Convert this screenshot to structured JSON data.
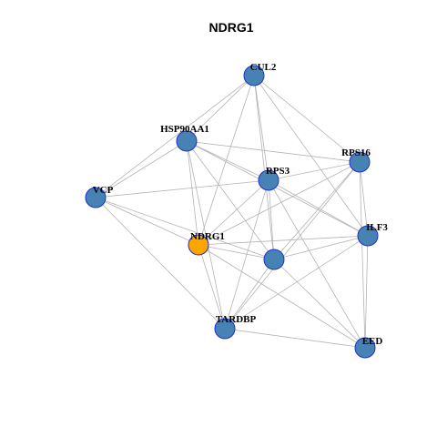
{
  "title": "NDRG1",
  "colors": {
    "background": "#ffffff",
    "edge": "#b4b4b4",
    "node_fill": "#4682b4",
    "node_stroke": "#1f2fd0",
    "focus_fill": "#ffa500"
  },
  "nodes": [
    {
      "id": "CUL2",
      "label": "CUL2",
      "focus": false
    },
    {
      "id": "HSP90AA1",
      "label": "HSP90AA1",
      "focus": false
    },
    {
      "id": "RPS16",
      "label": "RPS16",
      "focus": false
    },
    {
      "id": "RPS3",
      "label": "RPS3",
      "focus": false
    },
    {
      "id": "VCP",
      "label": "VCP",
      "focus": false
    },
    {
      "id": "ILF3",
      "label": "ILF3",
      "focus": false
    },
    {
      "id": "NDRG1",
      "label": "NDRG1",
      "focus": true
    },
    {
      "id": "unlabeled",
      "label": "",
      "focus": false
    },
    {
      "id": "TARDBP",
      "label": "TARDBP",
      "focus": false
    },
    {
      "id": "EED",
      "label": "EED",
      "focus": false
    }
  ],
  "edges": [
    [
      "CUL2",
      "HSP90AA1"
    ],
    [
      "CUL2",
      "RPS16"
    ],
    [
      "CUL2",
      "RPS3"
    ],
    [
      "CUL2",
      "VCP"
    ],
    [
      "CUL2",
      "ILF3"
    ],
    [
      "CUL2",
      "NDRG1"
    ],
    [
      "CUL2",
      "unlabeled"
    ],
    [
      "HSP90AA1",
      "RPS16"
    ],
    [
      "HSP90AA1",
      "RPS3"
    ],
    [
      "HSP90AA1",
      "VCP"
    ],
    [
      "HSP90AA1",
      "ILF3"
    ],
    [
      "HSP90AA1",
      "NDRG1"
    ],
    [
      "HSP90AA1",
      "unlabeled"
    ],
    [
      "HSP90AA1",
      "TARDBP"
    ],
    [
      "RPS16",
      "RPS3"
    ],
    [
      "RPS16",
      "ILF3"
    ],
    [
      "RPS16",
      "NDRG1"
    ],
    [
      "RPS16",
      "unlabeled"
    ],
    [
      "RPS16",
      "TARDBP"
    ],
    [
      "RPS16",
      "EED"
    ],
    [
      "RPS3",
      "VCP"
    ],
    [
      "RPS3",
      "ILF3"
    ],
    [
      "RPS3",
      "NDRG1"
    ],
    [
      "RPS3",
      "unlabeled"
    ],
    [
      "RPS3",
      "TARDBP"
    ],
    [
      "RPS3",
      "EED"
    ],
    [
      "VCP",
      "NDRG1"
    ],
    [
      "VCP",
      "unlabeled"
    ],
    [
      "VCP",
      "TARDBP"
    ],
    [
      "ILF3",
      "NDRG1"
    ],
    [
      "ILF3",
      "unlabeled"
    ],
    [
      "ILF3",
      "TARDBP"
    ],
    [
      "ILF3",
      "EED"
    ],
    [
      "NDRG1",
      "unlabeled"
    ],
    [
      "NDRG1",
      "TARDBP"
    ],
    [
      "NDRG1",
      "EED"
    ],
    [
      "unlabeled",
      "TARDBP"
    ],
    [
      "unlabeled",
      "EED"
    ],
    [
      "TARDBP",
      "EED"
    ]
  ]
}
